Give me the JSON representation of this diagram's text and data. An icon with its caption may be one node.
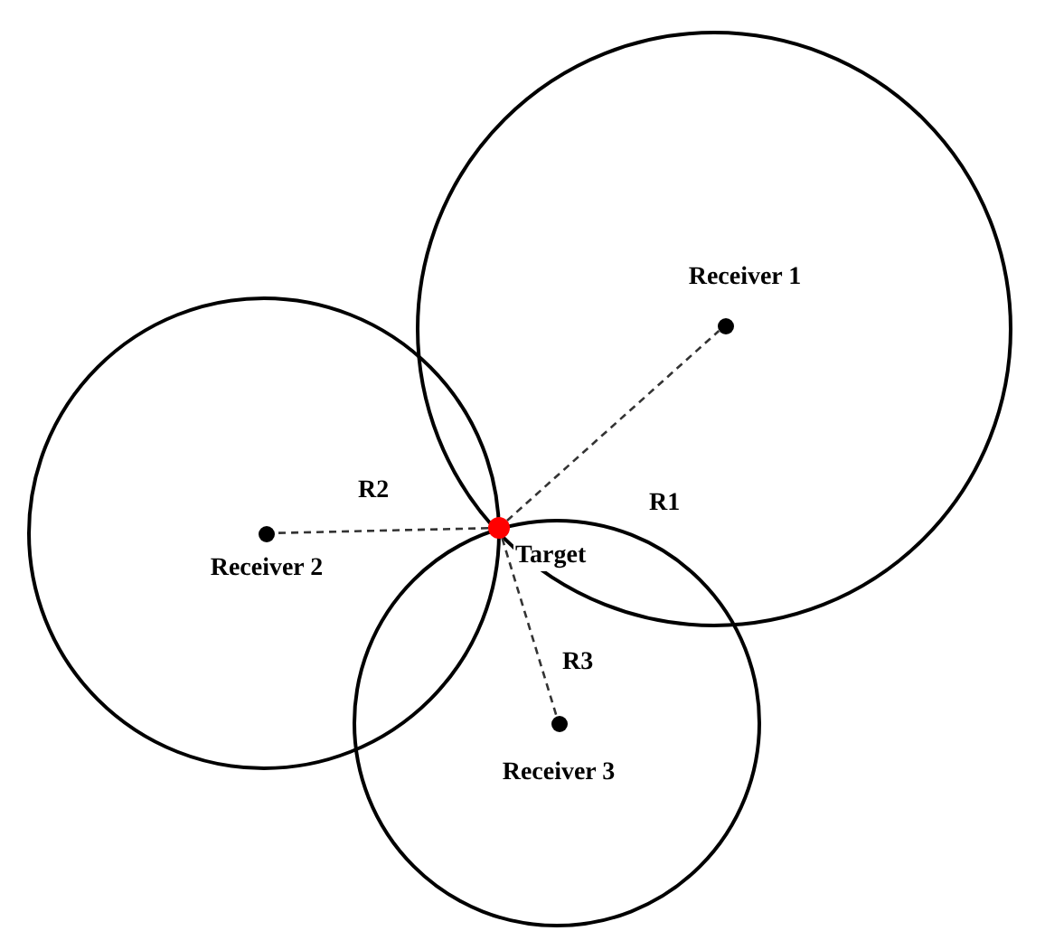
{
  "diagram": {
    "nodes": [
      {
        "text": [
          "Receiver 1"
        ]
      },
      {
        "text": [
          "Receiver 2"
        ]
      },
      {
        "text": [
          "Receiver 3"
        ]
      },
      {
        "text": [
          "Target"
        ]
      }
    ],
    "edges": [
      {
        "from": 3,
        "to": 0,
        "arrow": "none",
        "label": "R1",
        "style": "dashed"
      },
      {
        "from": 3,
        "to": 1,
        "arrow": "none",
        "label": "R2",
        "style": "dashed"
      },
      {
        "from": 3,
        "to": 2,
        "arrow": "none",
        "label": "R3",
        "style": "dashed"
      }
    ]
  }
}
